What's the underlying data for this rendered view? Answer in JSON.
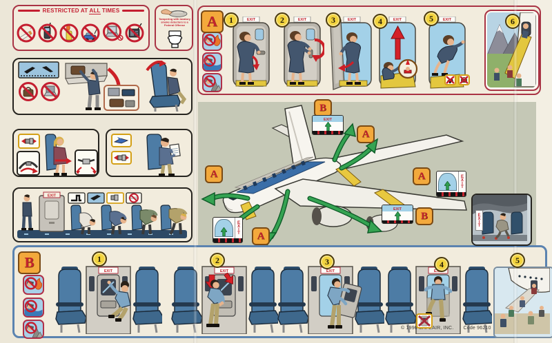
{
  "labels": {
    "exit": "EXIT"
  },
  "restricted_panel": {
    "title_pre": "RESTRICTED AT ",
    "title_mid": "ALL",
    "title_post": " TIMES",
    "items": [
      "cigarette",
      "cell-phone",
      "lighter",
      "remote-control-toy",
      "laptop-computer",
      "portable-radio"
    ]
  },
  "lavatory_panel": {
    "warning": "Tampering with lavatory smoke detectors is a Federal Offense"
  },
  "section_a": {
    "label": "A",
    "steps": [
      "1",
      "2",
      "3",
      "4",
      "5",
      "6"
    ]
  },
  "section_b": {
    "label": "B",
    "steps": [
      "1",
      "2",
      "3",
      "4",
      "5"
    ]
  },
  "diagram": {
    "door_exit_label": "A",
    "overwing_exit_label": "B"
  },
  "footer": {
    "copyright": "© 1996 SAFEAIR, INC.",
    "code": "Code 96210"
  },
  "colors": {
    "card_bg": "#ece7d8",
    "panel_red": "#a93344",
    "panel_blue": "#5b83b0",
    "tag_orange": "#f3a93c",
    "num_yellow": "#f2d33f",
    "arrow_red": "#cc2027",
    "evac_green": "#2e9e4f",
    "diagram_bg": "#c5c8b6",
    "sky_blue": "#a3d1e8",
    "seat_blue": "#4d7ca5"
  }
}
